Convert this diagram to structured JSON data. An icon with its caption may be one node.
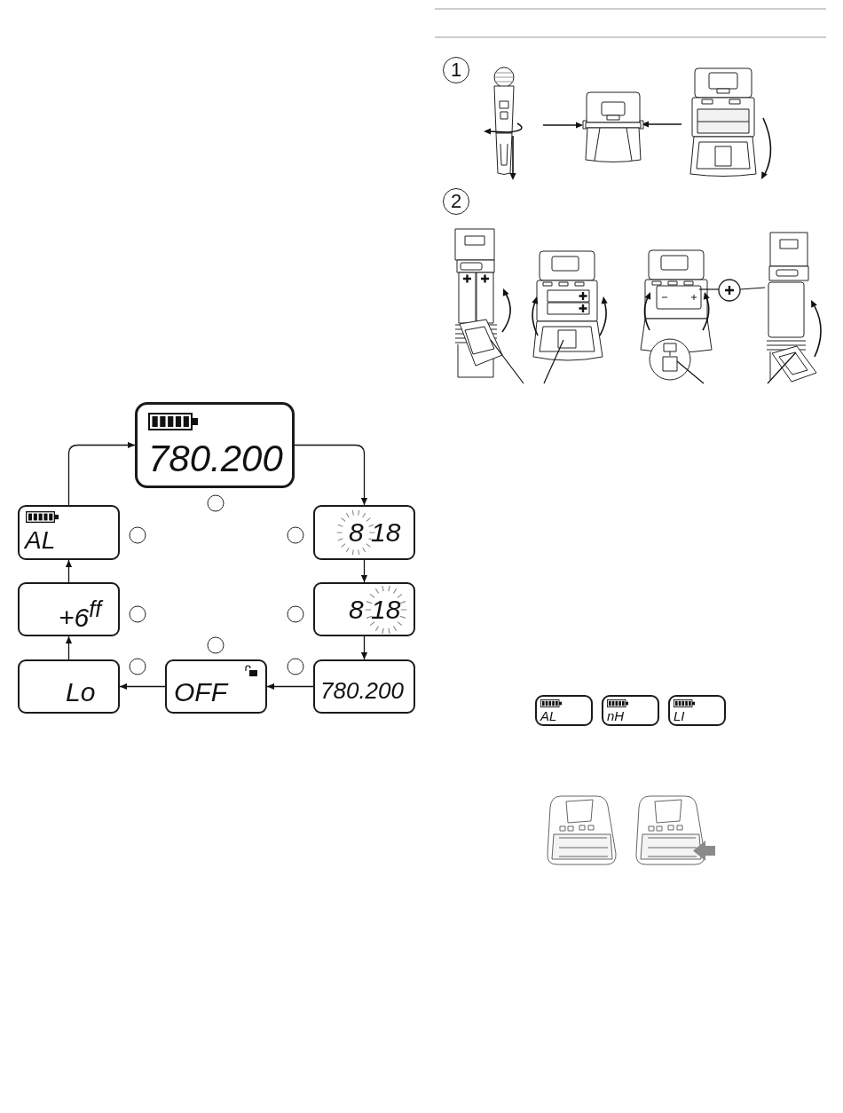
{
  "diagram": {
    "nodes": [
      {
        "text": [
          "780.200"
        ]
      },
      {
        "text": [
          "AL"
        ]
      },
      {
        "text": [
          "8 18"
        ]
      },
      {
        "text": [
          "+6$^{ff}$"
        ]
      },
      {
        "text": [
          "8 18"
        ]
      },
      {
        "text": [
          "Lo"
        ]
      },
      {
        "text": [
          "OFF"
        ]
      },
      {
        "text": [
          "780.200"
        ]
      },
      {
        "text": [
          "AL"
        ]
      },
      {
        "text": [
          "nH"
        ]
      },
      {
        "text": [
          "LI"
        ]
      }
    ],
    "edges": [
      {
        "from": 0,
        "to": 2,
        "arrow": "to"
      },
      {
        "from": 2,
        "to": 4,
        "arrow": "to"
      },
      {
        "from": 4,
        "to": 7,
        "arrow": "to"
      },
      {
        "from": 7,
        "to": 6,
        "arrow": "to"
      },
      {
        "from": 6,
        "to": 5,
        "arrow": "to"
      },
      {
        "from": 5,
        "to": 3,
        "arrow": "to"
      },
      {
        "from": 3,
        "to": 1,
        "arrow": "to"
      },
      {
        "from": 1,
        "to": 0,
        "arrow": "to"
      }
    ],
    "labels": [
      "1",
      "2"
    ]
  }
}
